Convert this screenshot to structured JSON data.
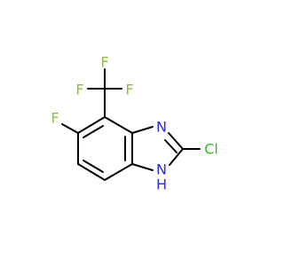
{
  "molecule": {
    "atoms": {
      "fluorine_top": "F",
      "fluorine_left": "F",
      "fluorine_right": "F",
      "fluorine_ring": "F",
      "nitrogen_imine": "N",
      "nitrogen_amine": "N",
      "hydrogen_amine": "H",
      "chlorine": "Cl"
    },
    "colors": {
      "fluorine": "#8fbf3a",
      "nitrogen": "#2a2ae8",
      "chlorine": "#2fbf1f",
      "bond": "#000000"
    }
  }
}
